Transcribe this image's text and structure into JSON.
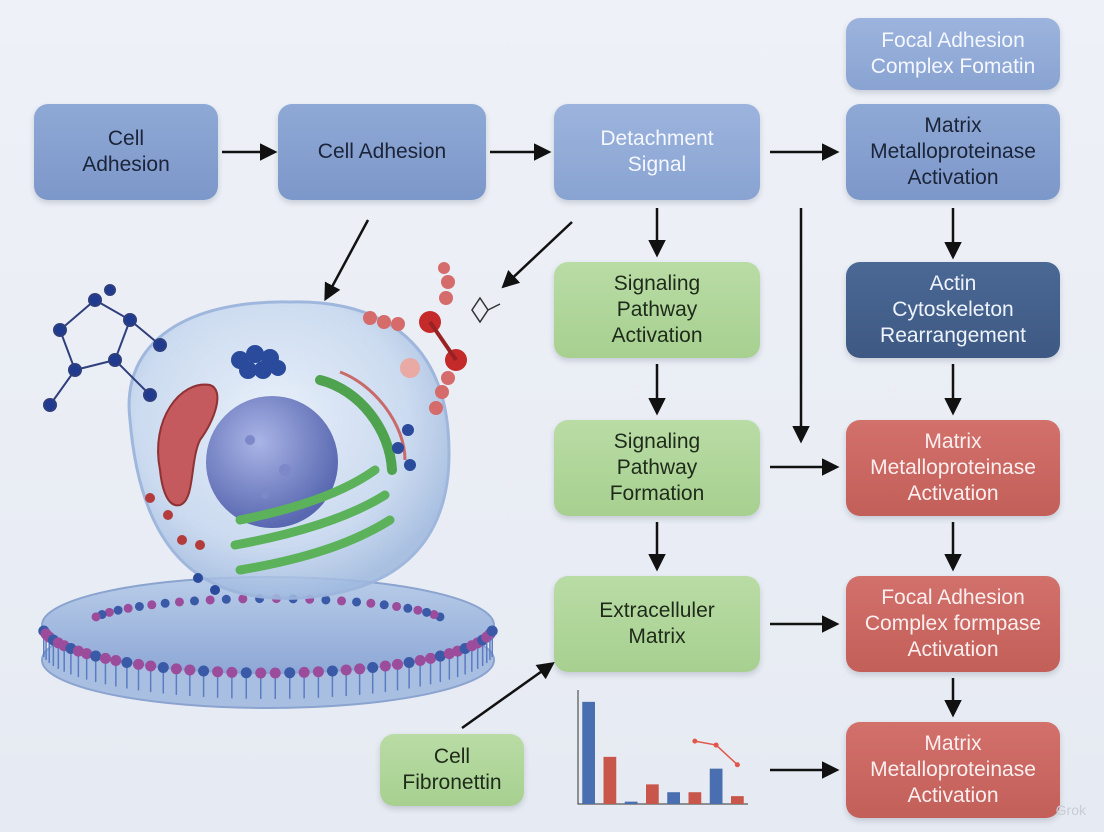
{
  "nodes": [
    {
      "id": "n1",
      "text": "Cell\nAdhesion",
      "style": "blue"
    },
    {
      "id": "n2",
      "text": "Cell Adhesion",
      "style": "blue"
    },
    {
      "id": "n3",
      "text": "Detachment\nSignal",
      "style": "lblue"
    },
    {
      "id": "n4",
      "text": "Focal Adhesion\nComplex Fomatin",
      "style": "lblue"
    },
    {
      "id": "n5",
      "text": "Matrix\nMetalloproteinase\nActivation",
      "style": "blue"
    },
    {
      "id": "n6",
      "text": "Signaling\nPathway\nActivation",
      "style": "green"
    },
    {
      "id": "n7",
      "text": "Actin\nCytoskeleton\nRearrangement",
      "style": "navy"
    },
    {
      "id": "n8",
      "text": "Signaling\nPathway\nFormation",
      "style": "green"
    },
    {
      "id": "n9",
      "text": "Matrix\nMetalloproteinase\nActivation",
      "style": "red"
    },
    {
      "id": "n10",
      "text": "Extracelluler\nMatrix",
      "style": "green"
    },
    {
      "id": "n11",
      "text": "Focal Adhesion\nComplex formpase\nActivation",
      "style": "red"
    },
    {
      "id": "n12",
      "text": "Cell\nFibronettin",
      "style": "green"
    },
    {
      "id": "n13",
      "text": "Matrix\nMetalloproteinase\nActivation",
      "style": "red"
    }
  ],
  "colors": {
    "blue": "#85a0cf",
    "navy": "#44618d",
    "green": "#add596",
    "red": "#c9655f",
    "bar_blue": "#4a6fb0",
    "bar_red": "#c9564b",
    "line": "#e0574a"
  },
  "icons": [
    "cell-illustration",
    "lipid-bilayer-illustration",
    "molecule-network-illustration",
    "protein-molecule-illustration"
  ],
  "chart_data": {
    "type": "bar",
    "series": [
      {
        "values": [
          1300,
          600,
          30,
          250,
          150,
          150,
          450,
          100
        ]
      },
      {
        "values": [
          null,
          null,
          null,
          null,
          null,
          800,
          750,
          500
        ]
      }
    ],
    "ylim": [
      0,
      1400
    ]
  },
  "watermark": "Grok"
}
